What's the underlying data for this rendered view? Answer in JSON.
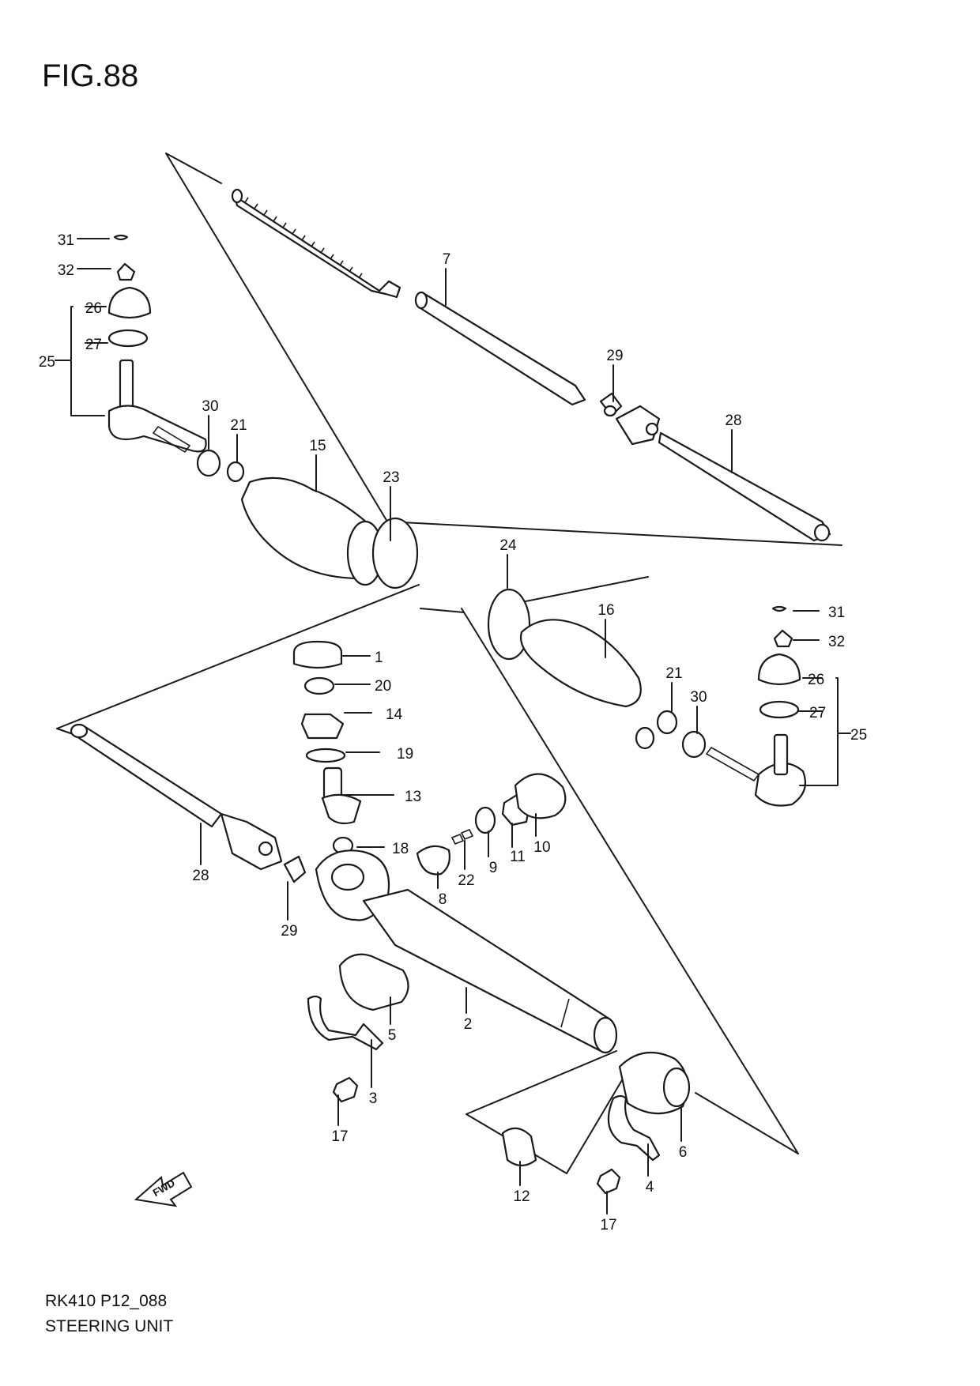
{
  "figure": {
    "title": "FIG.88"
  },
  "footer": {
    "code": "RK410 P12_088",
    "name": "STEERING UNIT"
  },
  "fwd": {
    "text": "FWD"
  },
  "callouts": [
    {
      "num": "31",
      "anchor": "end"
    },
    {
      "num": "32",
      "anchor": "end"
    },
    {
      "num": "26",
      "anchor": "end"
    },
    {
      "num": "27",
      "anchor": "end"
    },
    {
      "num": "25",
      "anchor": "end"
    },
    {
      "num": "30",
      "anchor": "middle"
    },
    {
      "num": "21",
      "anchor": "middle"
    },
    {
      "num": "15",
      "anchor": "middle"
    },
    {
      "num": "23",
      "anchor": "middle"
    },
    {
      "num": "7",
      "anchor": "middle"
    },
    {
      "num": "29",
      "anchor": "middle"
    },
    {
      "num": "28",
      "anchor": "middle"
    },
    {
      "num": "24",
      "anchor": "middle"
    },
    {
      "num": "16",
      "anchor": "middle"
    },
    {
      "num": "21",
      "anchor": "middle"
    },
    {
      "num": "30",
      "anchor": "middle"
    },
    {
      "num": "31",
      "anchor": "start"
    },
    {
      "num": "32",
      "anchor": "start"
    },
    {
      "num": "26",
      "anchor": "start"
    },
    {
      "num": "27",
      "anchor": "start"
    },
    {
      "num": "25",
      "anchor": "start"
    },
    {
      "num": "1",
      "anchor": "start"
    },
    {
      "num": "20",
      "anchor": "start"
    },
    {
      "num": "14",
      "anchor": "start"
    },
    {
      "num": "19",
      "anchor": "start"
    },
    {
      "num": "13",
      "anchor": "start"
    },
    {
      "num": "18",
      "anchor": "start"
    },
    {
      "num": "22",
      "anchor": "middle"
    },
    {
      "num": "9",
      "anchor": "middle"
    },
    {
      "num": "11",
      "anchor": "middle"
    },
    {
      "num": "10",
      "anchor": "middle"
    },
    {
      "num": "8",
      "anchor": "middle"
    },
    {
      "num": "28",
      "anchor": "middle"
    },
    {
      "num": "29",
      "anchor": "middle"
    },
    {
      "num": "2",
      "anchor": "middle"
    },
    {
      "num": "5",
      "anchor": "middle"
    },
    {
      "num": "3",
      "anchor": "middle"
    },
    {
      "num": "17",
      "anchor": "middle"
    },
    {
      "num": "6",
      "anchor": "middle"
    },
    {
      "num": "4",
      "anchor": "middle"
    },
    {
      "num": "12",
      "anchor": "middle"
    },
    {
      "num": "17",
      "anchor": "middle"
    }
  ]
}
